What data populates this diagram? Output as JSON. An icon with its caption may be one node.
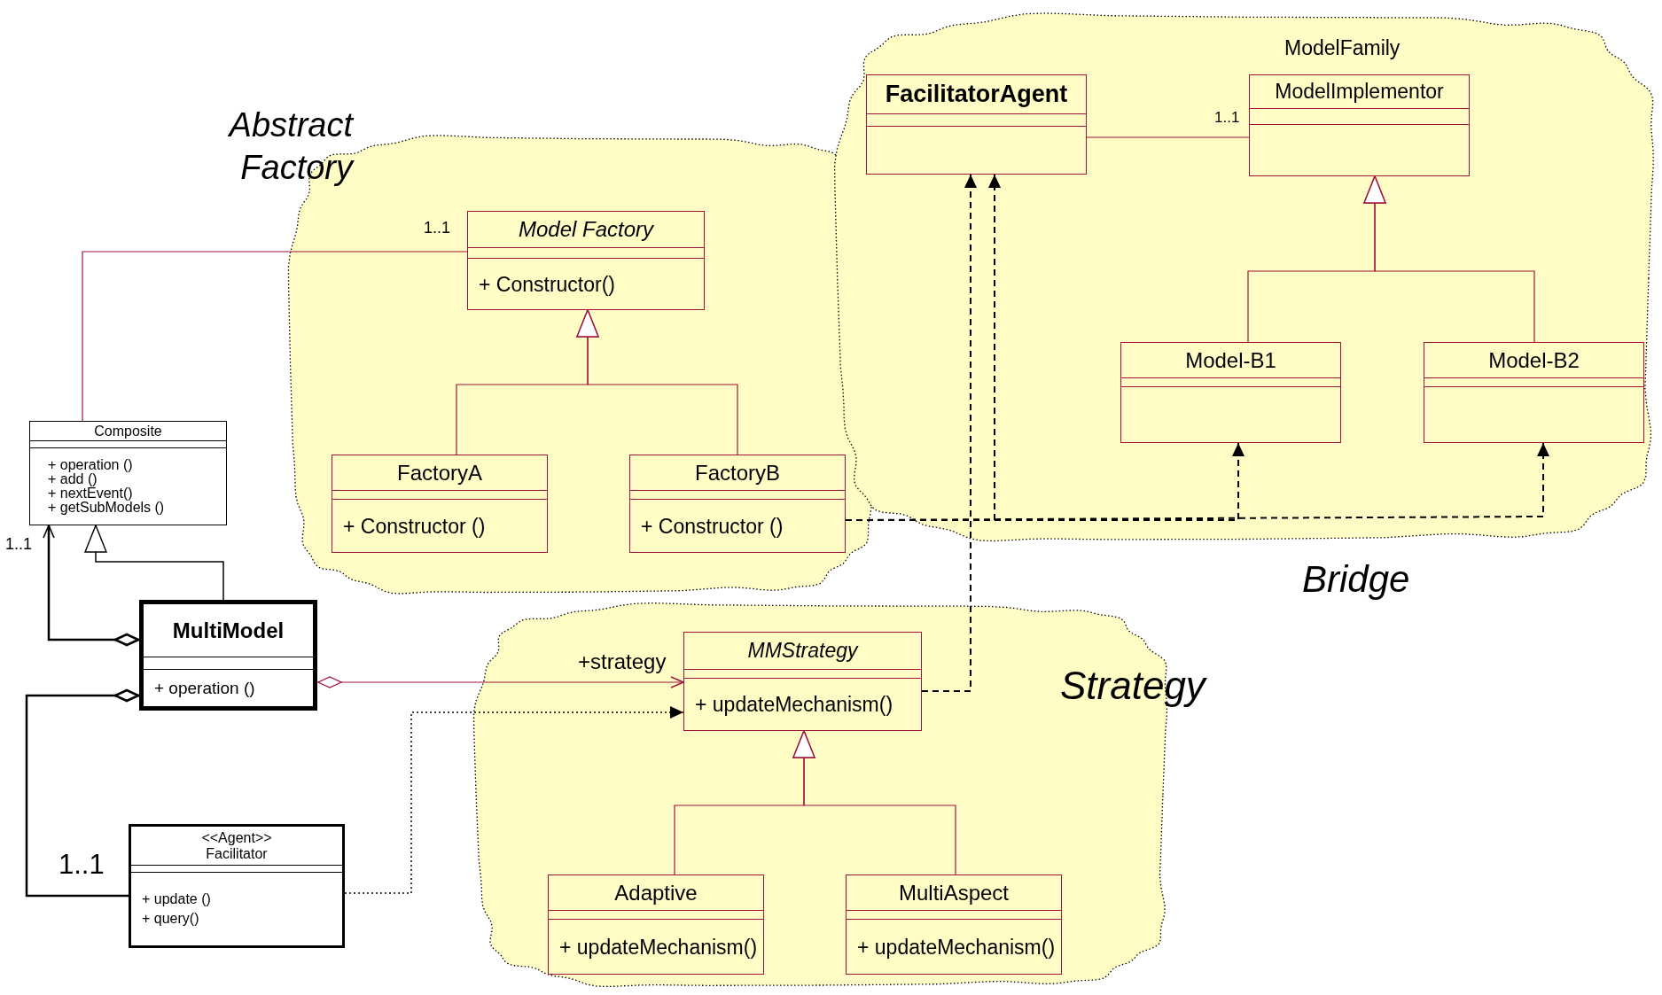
{
  "diagram": {
    "nodes": [
      {
        "text": [
          "Abstract Factory"
        ]
      },
      {
        "text": [
          "Model Factory",
          "+ Constructor()"
        ],
        "in": 0
      },
      {
        "text": [
          "FactoryA",
          "+ Constructor ()"
        ],
        "in": 0
      },
      {
        "text": [
          "FactoryB",
          "+ Constructor ()"
        ],
        "in": 0
      },
      {
        "text": [
          "ModelFamily",
          "Bridge"
        ]
      },
      {
        "text": [
          "FacilitatorAgent"
        ],
        "in": 4
      },
      {
        "text": [
          "ModelImplementor"
        ],
        "in": 4
      },
      {
        "text": [
          "Model-B1"
        ],
        "in": 4
      },
      {
        "text": [
          "Model-B2"
        ],
        "in": 4
      },
      {
        "text": [
          "Strategy"
        ]
      },
      {
        "text": [
          "MMStrategy",
          "+ updateMechanism()"
        ],
        "in": 9
      },
      {
        "text": [
          "Adaptive",
          "+ updateMechanism()"
        ],
        "in": 9
      },
      {
        "text": [
          "MultiAspect",
          "+ updateMechanism()"
        ],
        "in": 9
      },
      {
        "text": [
          "Composite",
          "+ operation ()",
          "+ add ()",
          "+ nextEvent()",
          "+ getSubModels ()"
        ]
      },
      {
        "text": [
          "MultiModel",
          "+ operation ()"
        ]
      },
      {
        "text": [
          "<<Agent>>",
          "Facilitator",
          "+ update ()",
          "+ query()"
        ]
      }
    ],
    "edges": [
      {
        "from": 13,
        "to": 1,
        "arrow": "none",
        "label": "1..1"
      },
      {
        "from": 14,
        "to": 13,
        "arrow": "to",
        "label": "1..1",
        "color": "#000000"
      },
      {
        "from": 14,
        "to": 13,
        "arrow": "to",
        "color": "#000000"
      },
      {
        "from": 14,
        "to": 15,
        "arrow": "other",
        "label": "1..1",
        "color": "#000000"
      },
      {
        "from": 14,
        "to": 10,
        "arrow": "to",
        "label": "+strategy"
      },
      {
        "from": 15,
        "to": 10,
        "arrow": "to",
        "style": "dashed",
        "color": "#000000"
      },
      {
        "from": 10,
        "to": 5,
        "arrow": "to",
        "style": "dashed",
        "color": "#000000"
      },
      {
        "from": 3,
        "to": 5,
        "arrow": "to",
        "style": "dashed",
        "color": "#000000"
      },
      {
        "from": 3,
        "to": 7,
        "arrow": "to",
        "style": "dashed",
        "color": "#000000"
      },
      {
        "from": 3,
        "to": 8,
        "arrow": "to",
        "style": "dashed",
        "color": "#000000"
      },
      {
        "from": 5,
        "to": 6,
        "arrow": "none",
        "label": "1..1"
      },
      {
        "from": 7,
        "to": 6,
        "arrow": "to"
      },
      {
        "from": 8,
        "to": 6,
        "arrow": "to"
      },
      {
        "from": 2,
        "to": 1,
        "arrow": "to"
      },
      {
        "from": 3,
        "to": 1,
        "arrow": "to"
      },
      {
        "from": 11,
        "to": 10,
        "arrow": "to"
      },
      {
        "from": 12,
        "to": 10,
        "arrow": "to"
      }
    ]
  }
}
